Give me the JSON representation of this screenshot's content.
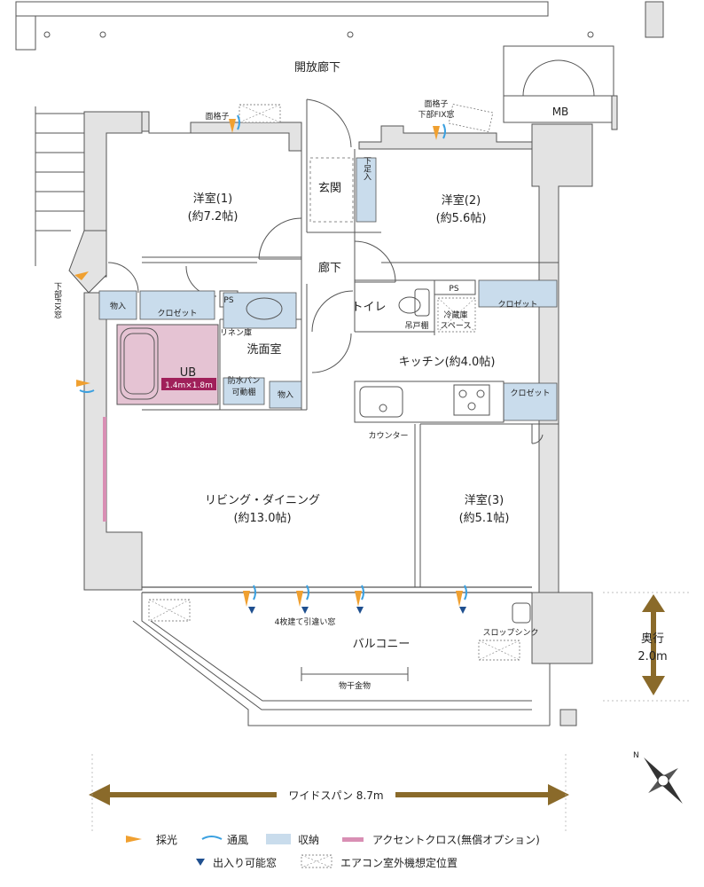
{
  "plan": {
    "corridor": "開放廊下",
    "mb": "MB",
    "rooms": {
      "western1": {
        "name": "洋室(1)",
        "size": "(約7.2帖)"
      },
      "western2": {
        "name": "洋室(2)",
        "size": "(約5.6帖)"
      },
      "western3": {
        "name": "洋室(3)",
        "size": "(約5.1帖)"
      },
      "entrance": "玄関",
      "hallway": "廊下",
      "toilet": "トイレ",
      "kitchen": "キッチン(約4.0帖)",
      "washroom": "洗面室",
      "ub": "UB",
      "ub_size": "1.4m×1.8m",
      "living": {
        "name": "リビング・ダイニング",
        "size": "(約13.0帖)"
      },
      "balcony": "バルコニー"
    },
    "fixtures": {
      "shoe_storage": "下足入",
      "storage1": "物入",
      "storage2": "物入",
      "closet1": "クロゼット",
      "closet2": "クロゼット",
      "closet3": "クロゼット",
      "ps1": "PS",
      "ps2": "PS",
      "linen": "リネン庫",
      "waterproof_pan": "防水パン",
      "movable_shelf": "可動棚",
      "fridge_l1": "冷蔵庫",
      "fridge_l2": "スペース",
      "hanging_shelf": "吊戸棚",
      "counter": "カウンター",
      "slop_sink": "スロップシンク",
      "clothes_hanger": "物干金物",
      "sliding_window": "4枚建て引違い窓",
      "grille1": "面格子",
      "grille2_l1": "面格子",
      "grille2_l2": "下部FIX窓",
      "lower_fix_window": "下部FIX窓"
    },
    "depth_label_1": "奥行",
    "depth_label_2": "2.0m",
    "wide_span": "ワイドスパン 8.7m"
  },
  "legend": {
    "light": "採光",
    "ventilation": "通風",
    "storage": "収納",
    "accent": "アクセントクロス(無償オプション)",
    "entry_window": "出入り可能窓",
    "ac_unit": "エアコン室外機想定位置"
  },
  "colors": {
    "storage_fill": "#c9dcec",
    "ub_fill": "#e5c3d3",
    "ub_label": "#a0205a",
    "accent_cross": "#d98fb4",
    "light_arrow": "#f0a030",
    "ventilation": "#3aa0e0",
    "entry_marker": "#1f4f8f",
    "dimension_arrow": "#8a6a2a"
  }
}
